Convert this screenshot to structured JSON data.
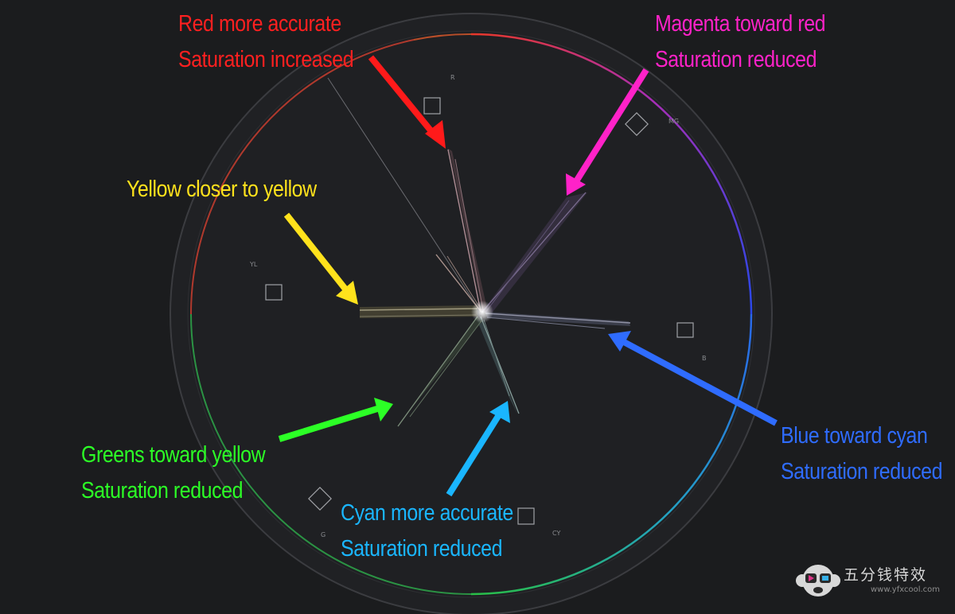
{
  "annotations": [
    {
      "id": "red",
      "line1": "Red more accurate",
      "line2": "Saturation increased",
      "color": "#ff2020"
    },
    {
      "id": "magenta",
      "line1": "Magenta toward red",
      "line2": "Saturation reduced",
      "color": "#ff22c8"
    },
    {
      "id": "yellow",
      "line1": "Yellow closer to yellow",
      "line2": "",
      "color": "#ffe21c"
    },
    {
      "id": "blue",
      "line1": "Blue toward cyan",
      "line2": "Saturation reduced",
      "color": "#2f6cff"
    },
    {
      "id": "green",
      "line1": "Greens toward yellow",
      "line2": "Saturation reduced",
      "color": "#2cff26"
    },
    {
      "id": "cyan",
      "line1": "Cyan more accurate",
      "line2": "Saturation reduced",
      "color": "#1ab6ff"
    }
  ],
  "targets": {
    "r": "R",
    "mg": "MG",
    "b": "B",
    "cy": "CY",
    "g": "G",
    "yl": "YL"
  },
  "watermark": {
    "text": "五分钱特效",
    "url": "www.yfxcool.com"
  }
}
